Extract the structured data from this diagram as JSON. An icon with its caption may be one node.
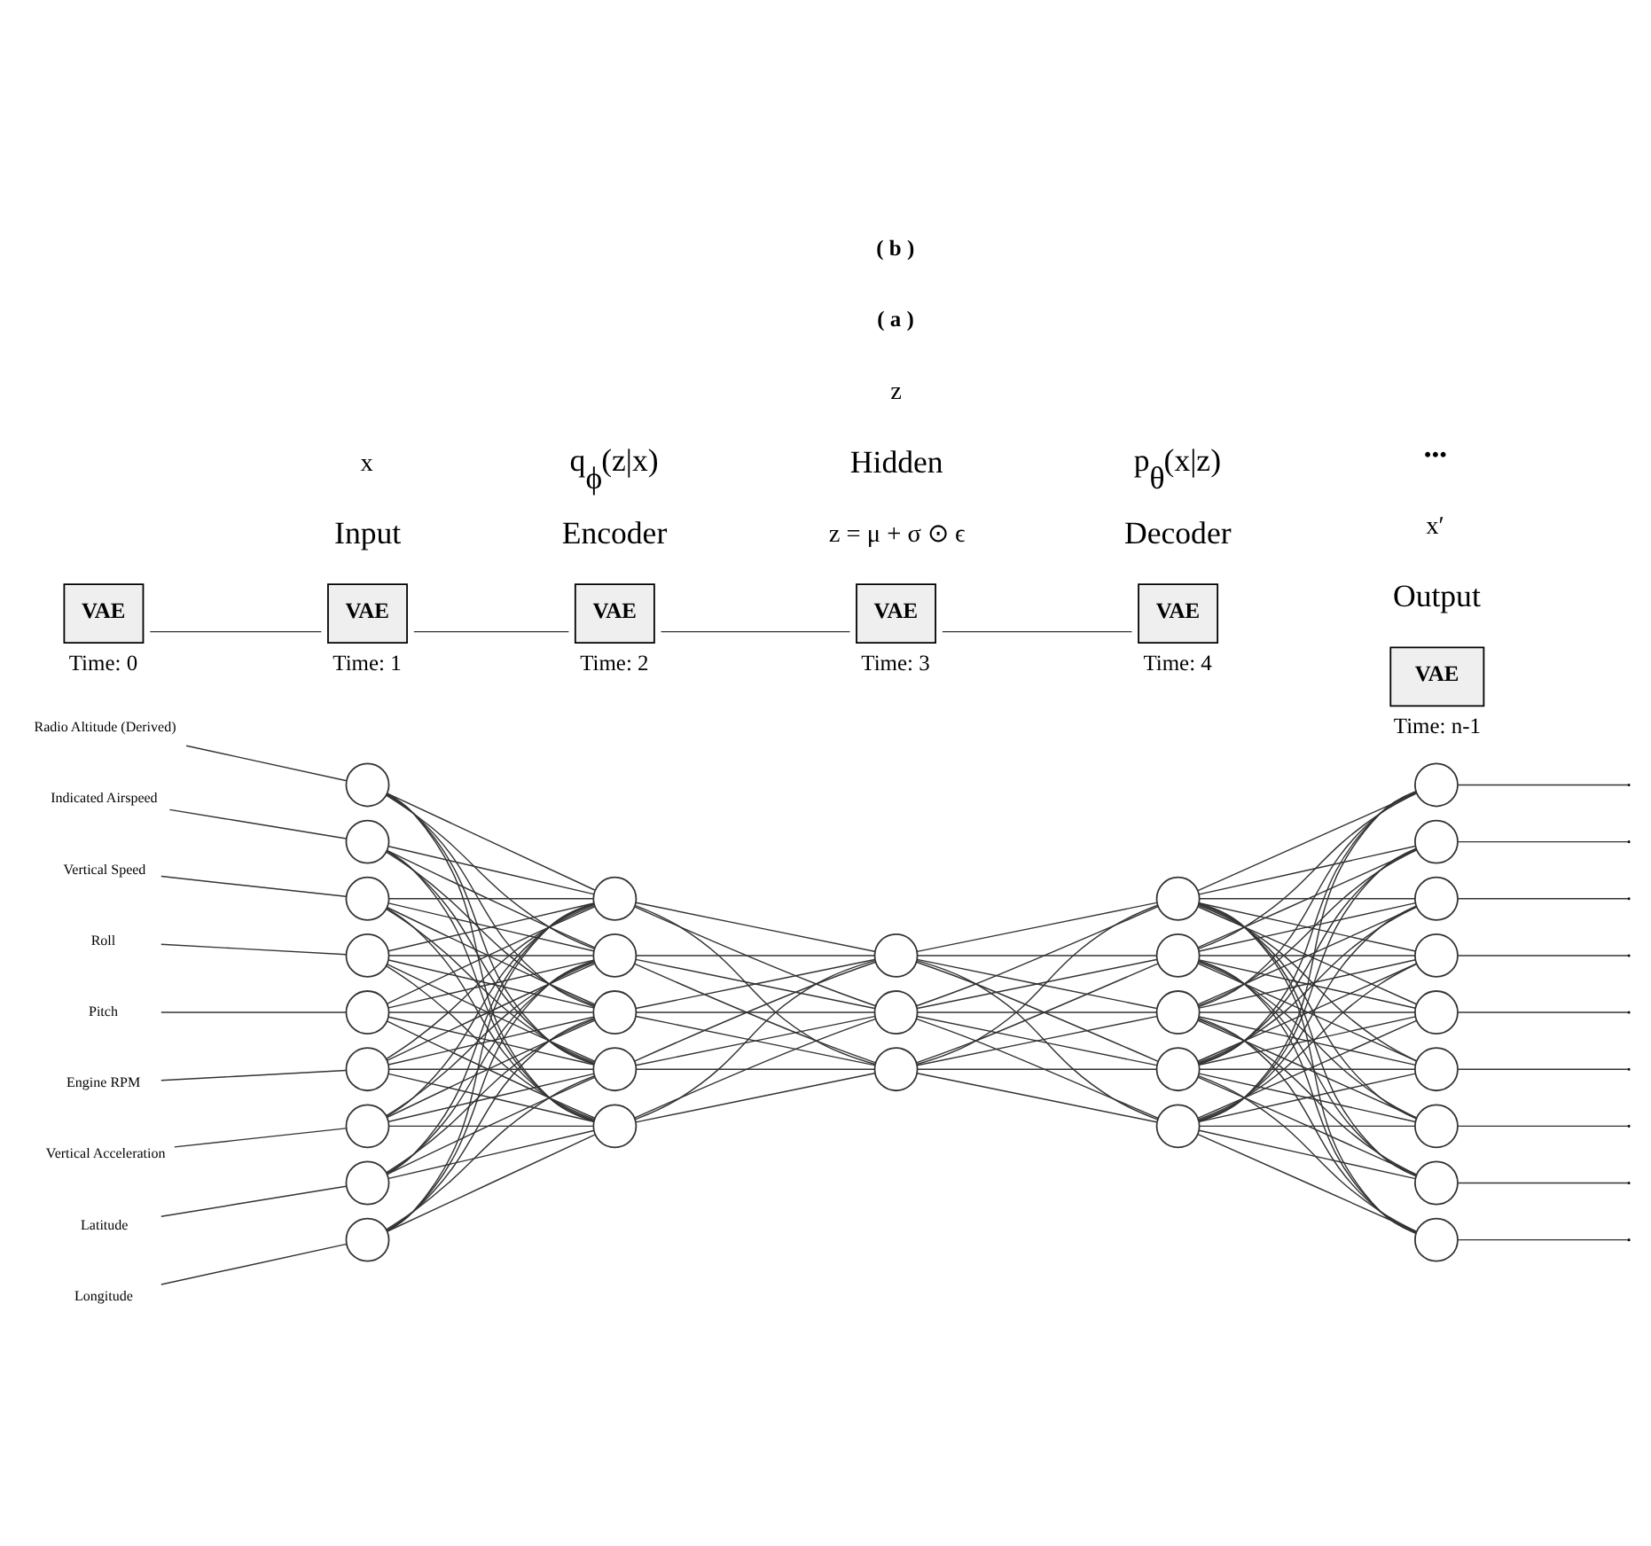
{
  "diagram": {
    "nodes": [
      {
        "text": [
          "Radio Altitude (Derived)"
        ]
      },
      {
        "text": [
          "Indicated Airspeed"
        ]
      },
      {
        "text": [
          "Vertical Speed"
        ]
      },
      {
        "text": [
          "Roll"
        ]
      },
      {
        "text": [
          "Pitch"
        ]
      },
      {
        "text": [
          "Engine RPM"
        ]
      },
      {
        "text": [
          "Vertical Acceleration"
        ]
      },
      {
        "text": [
          "Latitude"
        ]
      },
      {
        "text": [
          "Longitude"
        ]
      },
      {
        "text": [],
        "shape": "circle"
      },
      {
        "text": [],
        "shape": "circle"
      },
      {
        "text": [],
        "shape": "circle"
      },
      {
        "text": [],
        "shape": "circle"
      },
      {
        "text": [],
        "shape": "circle"
      },
      {
        "text": [],
        "shape": "circle"
      },
      {
        "text": [],
        "shape": "circle"
      },
      {
        "text": [],
        "shape": "circle"
      },
      {
        "text": [],
        "shape": "circle"
      },
      {
        "text": [],
        "shape": "circle"
      },
      {
        "text": [],
        "shape": "circle"
      },
      {
        "text": [],
        "shape": "circle"
      },
      {
        "text": [],
        "shape": "circle"
      },
      {
        "text": [],
        "shape": "circle"
      },
      {
        "text": [],
        "shape": "circle"
      },
      {
        "text": [],
        "shape": "circle"
      },
      {
        "text": [],
        "shape": "circle"
      },
      {
        "text": [],
        "shape": "circle"
      },
      {
        "text": [],
        "shape": "circle"
      },
      {
        "text": [],
        "shape": "circle"
      },
      {
        "text": [],
        "shape": "circle"
      },
      {
        "text": [],
        "shape": "circle"
      },
      {
        "text": [],
        "shape": "circle"
      },
      {
        "text": [],
        "shape": "circle"
      },
      {
        "text": [],
        "shape": "circle"
      },
      {
        "text": [],
        "shape": "circle"
      },
      {
        "text": [],
        "shape": "circle"
      },
      {
        "text": [],
        "shape": "circle"
      },
      {
        "text": [],
        "shape": "circle"
      },
      {
        "text": [],
        "shape": "circle"
      },
      {
        "text": [],
        "shape": "circle"
      },
      {
        "text": [
          "VAE"
        ],
        "beside": [
          "Time: 0"
        ]
      },
      {
        "text": [
          "VAE"
        ],
        "beside": [
          "Time: 1"
        ]
      },
      {
        "text": [
          "VAE"
        ],
        "beside": [
          "Time: 2"
        ]
      },
      {
        "text": [
          "VAE"
        ],
        "beside": [
          "Time: 3"
        ]
      },
      {
        "text": [
          "VAE"
        ],
        "beside": [
          "Time: 4"
        ]
      },
      {
        "text": [
          "VAE"
        ],
        "beside": [
          "Time: n-1"
        ]
      }
    ],
    "edges": [
      {
        "from": 0,
        "to": 9,
        "arrow": "none"
      },
      {
        "from": 1,
        "to": 10,
        "arrow": "none"
      },
      {
        "from": 2,
        "to": 11,
        "arrow": "none"
      },
      {
        "from": 3,
        "to": 12,
        "arrow": "none"
      },
      {
        "from": 4,
        "to": 13,
        "arrow": "none"
      },
      {
        "from": 5,
        "to": 14,
        "arrow": "none"
      },
      {
        "from": 6,
        "to": 15,
        "arrow": "none"
      },
      {
        "from": 7,
        "to": 16,
        "arrow": "none"
      },
      {
        "from": 8,
        "to": 17,
        "arrow": "none"
      },
      {
        "from": 9,
        "to": 18,
        "arrow": "none"
      },
      {
        "from": 9,
        "to": 19,
        "arrow": "none"
      },
      {
        "from": 9,
        "to": 20,
        "arrow": "none"
      },
      {
        "from": 9,
        "to": 21,
        "arrow": "none"
      },
      {
        "from": 9,
        "to": 22,
        "arrow": "none"
      },
      {
        "from": 10,
        "to": 18,
        "arrow": "none"
      },
      {
        "from": 10,
        "to": 19,
        "arrow": "none"
      },
      {
        "from": 10,
        "to": 20,
        "arrow": "none"
      },
      {
        "from": 10,
        "to": 21,
        "arrow": "none"
      },
      {
        "from": 10,
        "to": 22,
        "arrow": "none"
      },
      {
        "from": 11,
        "to": 18,
        "arrow": "none"
      },
      {
        "from": 11,
        "to": 19,
        "arrow": "none"
      },
      {
        "from": 11,
        "to": 20,
        "arrow": "none"
      },
      {
        "from": 11,
        "to": 21,
        "arrow": "none"
      },
      {
        "from": 11,
        "to": 22,
        "arrow": "none"
      },
      {
        "from": 12,
        "to": 18,
        "arrow": "none"
      },
      {
        "from": 12,
        "to": 19,
        "arrow": "none"
      },
      {
        "from": 12,
        "to": 20,
        "arrow": "none"
      },
      {
        "from": 12,
        "to": 21,
        "arrow": "none"
      },
      {
        "from": 12,
        "to": 22,
        "arrow": "none"
      },
      {
        "from": 13,
        "to": 18,
        "arrow": "none"
      },
      {
        "from": 13,
        "to": 19,
        "arrow": "none"
      },
      {
        "from": 13,
        "to": 20,
        "arrow": "none"
      },
      {
        "from": 13,
        "to": 21,
        "arrow": "none"
      },
      {
        "from": 13,
        "to": 22,
        "arrow": "none"
      },
      {
        "from": 14,
        "to": 18,
        "arrow": "none"
      },
      {
        "from": 14,
        "to": 19,
        "arrow": "none"
      },
      {
        "from": 14,
        "to": 20,
        "arrow": "none"
      },
      {
        "from": 14,
        "to": 21,
        "arrow": "none"
      },
      {
        "from": 14,
        "to": 22,
        "arrow": "none"
      },
      {
        "from": 15,
        "to": 18,
        "arrow": "none"
      },
      {
        "from": 15,
        "to": 19,
        "arrow": "none"
      },
      {
        "from": 15,
        "to": 20,
        "arrow": "none"
      },
      {
        "from": 15,
        "to": 21,
        "arrow": "none"
      },
      {
        "from": 15,
        "to": 22,
        "arrow": "none"
      },
      {
        "from": 16,
        "to": 18,
        "arrow": "none"
      },
      {
        "from": 16,
        "to": 19,
        "arrow": "none"
      },
      {
        "from": 16,
        "to": 20,
        "arrow": "none"
      },
      {
        "from": 16,
        "to": 21,
        "arrow": "none"
      },
      {
        "from": 16,
        "to": 22,
        "arrow": "none"
      },
      {
        "from": 17,
        "to": 18,
        "arrow": "none"
      },
      {
        "from": 17,
        "to": 19,
        "arrow": "none"
      },
      {
        "from": 17,
        "to": 20,
        "arrow": "none"
      },
      {
        "from": 17,
        "to": 21,
        "arrow": "none"
      },
      {
        "from": 17,
        "to": 22,
        "arrow": "none"
      },
      {
        "from": 18,
        "to": 23,
        "arrow": "none"
      },
      {
        "from": 18,
        "to": 24,
        "arrow": "none"
      },
      {
        "from": 18,
        "to": 25,
        "arrow": "none"
      },
      {
        "from": 19,
        "to": 23,
        "arrow": "none"
      },
      {
        "from": 19,
        "to": 24,
        "arrow": "none"
      },
      {
        "from": 19,
        "to": 25,
        "arrow": "none"
      },
      {
        "from": 20,
        "to": 23,
        "arrow": "none"
      },
      {
        "from": 20,
        "to": 24,
        "arrow": "none"
      },
      {
        "from": 20,
        "to": 25,
        "arrow": "none"
      },
      {
        "from": 21,
        "to": 23,
        "arrow": "none"
      },
      {
        "from": 21,
        "to": 24,
        "arrow": "none"
      },
      {
        "from": 21,
        "to": 25,
        "arrow": "none"
      },
      {
        "from": 22,
        "to": 23,
        "arrow": "none"
      },
      {
        "from": 22,
        "to": 24,
        "arrow": "none"
      },
      {
        "from": 22,
        "to": 25,
        "arrow": "none"
      },
      {
        "from": 23,
        "to": 26,
        "arrow": "none"
      },
      {
        "from": 23,
        "to": 27,
        "arrow": "none"
      },
      {
        "from": 23,
        "to": 28,
        "arrow": "none"
      },
      {
        "from": 23,
        "to": 29,
        "arrow": "none"
      },
      {
        "from": 23,
        "to": 30,
        "arrow": "none"
      },
      {
        "from": 24,
        "to": 26,
        "arrow": "none"
      },
      {
        "from": 24,
        "to": 27,
        "arrow": "none"
      },
      {
        "from": 24,
        "to": 28,
        "arrow": "none"
      },
      {
        "from": 24,
        "to": 29,
        "arrow": "none"
      },
      {
        "from": 24,
        "to": 30,
        "arrow": "none"
      },
      {
        "from": 25,
        "to": 26,
        "arrow": "none"
      },
      {
        "from": 25,
        "to": 27,
        "arrow": "none"
      },
      {
        "from": 25,
        "to": 28,
        "arrow": "none"
      },
      {
        "from": 25,
        "to": 29,
        "arrow": "none"
      },
      {
        "from": 25,
        "to": 30,
        "arrow": "none"
      },
      {
        "from": 26,
        "to": 31,
        "arrow": "none"
      },
      {
        "from": 26,
        "to": 32,
        "arrow": "none"
      },
      {
        "from": 26,
        "to": 33,
        "arrow": "none"
      },
      {
        "from": 26,
        "to": 34,
        "arrow": "none"
      },
      {
        "from": 26,
        "to": 35,
        "arrow": "none"
      },
      {
        "from": 26,
        "to": 36,
        "arrow": "none"
      },
      {
        "from": 26,
        "to": 37,
        "arrow": "none"
      },
      {
        "from": 26,
        "to": 38,
        "arrow": "none"
      },
      {
        "from": 26,
        "to": 39,
        "arrow": "none"
      },
      {
        "from": 27,
        "to": 31,
        "arrow": "none"
      },
      {
        "from": 27,
        "to": 32,
        "arrow": "none"
      },
      {
        "from": 27,
        "to": 33,
        "arrow": "none"
      },
      {
        "from": 27,
        "to": 34,
        "arrow": "none"
      },
      {
        "from": 27,
        "to": 35,
        "arrow": "none"
      },
      {
        "from": 27,
        "to": 36,
        "arrow": "none"
      },
      {
        "from": 27,
        "to": 37,
        "arrow": "none"
      },
      {
        "from": 27,
        "to": 38,
        "arrow": "none"
      },
      {
        "from": 27,
        "to": 39,
        "arrow": "none"
      },
      {
        "from": 28,
        "to": 31,
        "arrow": "none"
      },
      {
        "from": 28,
        "to": 32,
        "arrow": "none"
      },
      {
        "from": 28,
        "to": 33,
        "arrow": "none"
      },
      {
        "from": 28,
        "to": 34,
        "arrow": "none"
      },
      {
        "from": 28,
        "to": 35,
        "arrow": "none"
      },
      {
        "from": 28,
        "to": 36,
        "arrow": "none"
      },
      {
        "from": 28,
        "to": 37,
        "arrow": "none"
      },
      {
        "from": 28,
        "to": 38,
        "arrow": "none"
      },
      {
        "from": 28,
        "to": 39,
        "arrow": "none"
      },
      {
        "from": 29,
        "to": 31,
        "arrow": "none"
      },
      {
        "from": 29,
        "to": 32,
        "arrow": "none"
      },
      {
        "from": 29,
        "to": 33,
        "arrow": "none"
      },
      {
        "from": 29,
        "to": 34,
        "arrow": "none"
      },
      {
        "from": 29,
        "to": 35,
        "arrow": "none"
      },
      {
        "from": 29,
        "to": 36,
        "arrow": "none"
      },
      {
        "from": 29,
        "to": 37,
        "arrow": "none"
      },
      {
        "from": 29,
        "to": 38,
        "arrow": "none"
      },
      {
        "from": 29,
        "to": 39,
        "arrow": "none"
      },
      {
        "from": 30,
        "to": 31,
        "arrow": "none"
      },
      {
        "from": 30,
        "to": 32,
        "arrow": "none"
      },
      {
        "from": 30,
        "to": 33,
        "arrow": "none"
      },
      {
        "from": 30,
        "to": 34,
        "arrow": "none"
      },
      {
        "from": 30,
        "to": 35,
        "arrow": "none"
      },
      {
        "from": 30,
        "to": 36,
        "arrow": "none"
      },
      {
        "from": 30,
        "to": 37,
        "arrow": "none"
      },
      {
        "from": 30,
        "to": 38,
        "arrow": "none"
      },
      {
        "from": 30,
        "to": 39,
        "arrow": "none"
      },
      {
        "from": 31,
        "to": null,
        "arrow": "none"
      },
      {
        "from": 32,
        "to": null,
        "arrow": "none"
      },
      {
        "from": 33,
        "to": null,
        "arrow": "none"
      },
      {
        "from": 34,
        "to": null,
        "arrow": "none"
      },
      {
        "from": 35,
        "to": null,
        "arrow": "none"
      },
      {
        "from": 36,
        "to": null,
        "arrow": "none"
      },
      {
        "from": 37,
        "to": null,
        "arrow": "none"
      },
      {
        "from": 38,
        "to": null,
        "arrow": "none"
      },
      {
        "from": 39,
        "to": null,
        "arrow": "none"
      },
      {
        "from": 40,
        "to": 41,
        "arrow": "none"
      },
      {
        "from": 41,
        "to": 42,
        "arrow": "none"
      },
      {
        "from": 42,
        "to": 43,
        "arrow": "none"
      },
      {
        "from": 43,
        "to": 44,
        "arrow": "none"
      }
    ],
    "labels": [
      "Encoder",
      "q$_{ϕ}$(z|x)",
      "Decoder",
      "p$_{θ}$(x|z)",
      "z = μ + σ ⊙ ϵ",
      "Input",
      "x",
      "Hidden",
      "z",
      "Output",
      "x′",
      "( a )",
      "•••",
      "( b )"
    ]
  }
}
